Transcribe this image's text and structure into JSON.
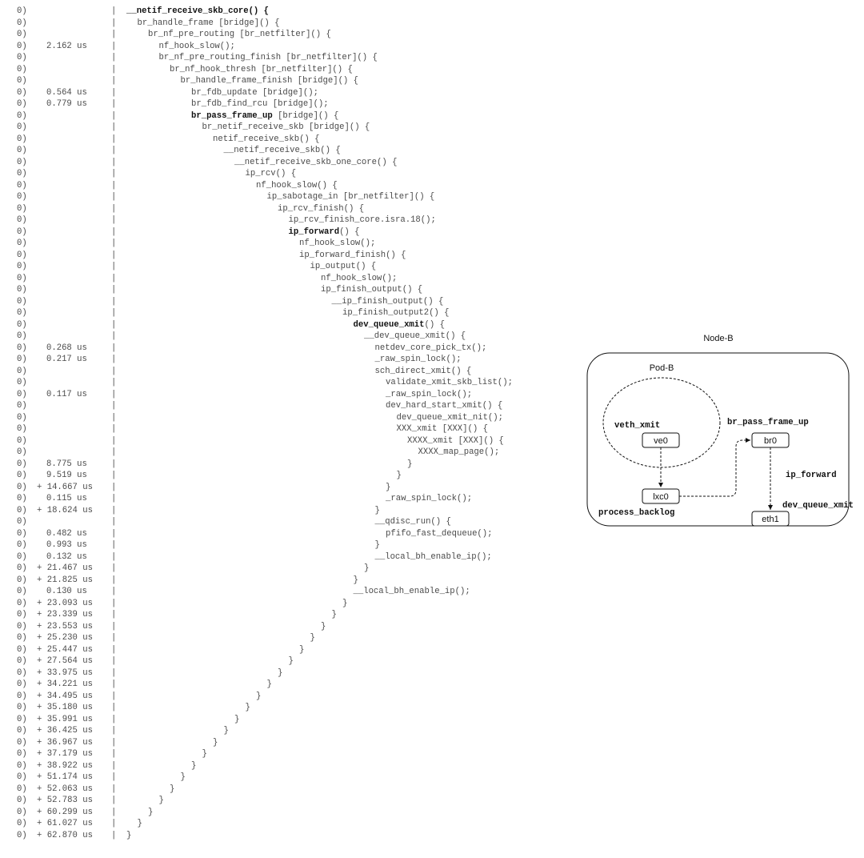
{
  "trace": [
    {
      "cpu": "0)",
      "dur": "",
      "code": "__netif_receive_skb_core() {",
      "bold": true
    },
    {
      "cpu": "0)",
      "dur": "",
      "code": "  br_handle_frame [bridge]() {"
    },
    {
      "cpu": "0)",
      "dur": "",
      "code": "    br_nf_pre_routing [br_netfilter]() {"
    },
    {
      "cpu": "0)",
      "dur": "2.162 us",
      "code": "      nf_hook_slow();"
    },
    {
      "cpu": "0)",
      "dur": "",
      "code": "      br_nf_pre_routing_finish [br_netfilter]() {"
    },
    {
      "cpu": "0)",
      "dur": "",
      "code": "        br_nf_hook_thresh [br_netfilter]() {"
    },
    {
      "cpu": "0)",
      "dur": "",
      "code": "          br_handle_frame_finish [bridge]() {"
    },
    {
      "cpu": "0)",
      "dur": "0.564 us",
      "code": "            br_fdb_update [bridge]();"
    },
    {
      "cpu": "0)",
      "dur": "0.779 us",
      "code": "            br_fdb_find_rcu [bridge]();"
    },
    {
      "cpu": "0)",
      "dur": "",
      "code": "            br_pass_frame_up [bridge]() {",
      "bold_part": "br_pass_frame_up"
    },
    {
      "cpu": "0)",
      "dur": "",
      "code": "              br_netif_receive_skb [bridge]() {"
    },
    {
      "cpu": "0)",
      "dur": "",
      "code": "                netif_receive_skb() {"
    },
    {
      "cpu": "0)",
      "dur": "",
      "code": "                  __netif_receive_skb() {"
    },
    {
      "cpu": "0)",
      "dur": "",
      "code": "                    __netif_receive_skb_one_core() {"
    },
    {
      "cpu": "0)",
      "dur": "",
      "code": "                      ip_rcv() {"
    },
    {
      "cpu": "0)",
      "dur": "",
      "code": "                        nf_hook_slow() {"
    },
    {
      "cpu": "0)",
      "dur": "",
      "code": "                          ip_sabotage_in [br_netfilter]() {"
    },
    {
      "cpu": "0)",
      "dur": "",
      "code": "                            ip_rcv_finish() {"
    },
    {
      "cpu": "0)",
      "dur": "",
      "code": "                              ip_rcv_finish_core.isra.18();"
    },
    {
      "cpu": "0)",
      "dur": "",
      "code": "                              ip_forward() {",
      "bold_part": "ip_forward"
    },
    {
      "cpu": "0)",
      "dur": "",
      "code": "                                nf_hook_slow();"
    },
    {
      "cpu": "0)",
      "dur": "",
      "code": "                                ip_forward_finish() {"
    },
    {
      "cpu": "0)",
      "dur": "",
      "code": "                                  ip_output() {"
    },
    {
      "cpu": "0)",
      "dur": "",
      "code": "                                    nf_hook_slow();"
    },
    {
      "cpu": "0)",
      "dur": "",
      "code": "                                    ip_finish_output() {"
    },
    {
      "cpu": "0)",
      "dur": "",
      "code": "                                      __ip_finish_output() {"
    },
    {
      "cpu": "0)",
      "dur": "",
      "code": "                                        ip_finish_output2() {"
    },
    {
      "cpu": "0)",
      "dur": "",
      "code": "                                          dev_queue_xmit() {",
      "bold_part": "dev_queue_xmit"
    },
    {
      "cpu": "0)",
      "dur": "",
      "code": "                                            __dev_queue_xmit() {"
    },
    {
      "cpu": "0)",
      "dur": "0.268 us",
      "code": "                                              netdev_core_pick_tx();"
    },
    {
      "cpu": "0)",
      "dur": "0.217 us",
      "code": "                                              _raw_spin_lock();"
    },
    {
      "cpu": "0)",
      "dur": "",
      "code": "                                              sch_direct_xmit() {"
    },
    {
      "cpu": "0)",
      "dur": "",
      "code": "                                                validate_xmit_skb_list();"
    },
    {
      "cpu": "0)",
      "dur": "0.117 us",
      "code": "                                                _raw_spin_lock();"
    },
    {
      "cpu": "0)",
      "dur": "",
      "code": "                                                dev_hard_start_xmit() {"
    },
    {
      "cpu": "0)",
      "dur": "",
      "code": "                                                  dev_queue_xmit_nit();"
    },
    {
      "cpu": "0)",
      "dur": "",
      "code": "                                                  XXX_xmit [XXX]() {"
    },
    {
      "cpu": "0)",
      "dur": "",
      "code": "                                                    XXXX_xmit [XXX]() {"
    },
    {
      "cpu": "0)",
      "dur": "",
      "code": "                                                      XXXX_map_page();"
    },
    {
      "cpu": "0)",
      "dur": "8.775 us",
      "code": "                                                    }"
    },
    {
      "cpu": "0)",
      "dur": "9.519 us",
      "code": "                                                  }"
    },
    {
      "cpu": "0)",
      "dur": "+ 14.667 us",
      "code": "                                                }"
    },
    {
      "cpu": "0)",
      "dur": "0.115 us",
      "code": "                                                _raw_spin_lock();"
    },
    {
      "cpu": "0)",
      "dur": "+ 18.624 us",
      "code": "                                              }"
    },
    {
      "cpu": "0)",
      "dur": "",
      "code": "                                              __qdisc_run() {"
    },
    {
      "cpu": "0)",
      "dur": "0.482 us",
      "code": "                                                pfifo_fast_dequeue();"
    },
    {
      "cpu": "0)",
      "dur": "0.993 us",
      "code": "                                              }"
    },
    {
      "cpu": "0)",
      "dur": "0.132 us",
      "code": "                                              __local_bh_enable_ip();"
    },
    {
      "cpu": "0)",
      "dur": "+ 21.467 us",
      "code": "                                            }"
    },
    {
      "cpu": "0)",
      "dur": "+ 21.825 us",
      "code": "                                          }"
    },
    {
      "cpu": "0)",
      "dur": "0.130 us",
      "code": "                                          __local_bh_enable_ip();"
    },
    {
      "cpu": "0)",
      "dur": "+ 23.093 us",
      "code": "                                        }"
    },
    {
      "cpu": "0)",
      "dur": "+ 23.339 us",
      "code": "                                      }"
    },
    {
      "cpu": "0)",
      "dur": "+ 23.553 us",
      "code": "                                    }"
    },
    {
      "cpu": "0)",
      "dur": "+ 25.230 us",
      "code": "                                  }"
    },
    {
      "cpu": "0)",
      "dur": "+ 25.447 us",
      "code": "                                }"
    },
    {
      "cpu": "0)",
      "dur": "+ 27.564 us",
      "code": "                              }"
    },
    {
      "cpu": "0)",
      "dur": "+ 33.975 us",
      "code": "                            }"
    },
    {
      "cpu": "0)",
      "dur": "+ 34.221 us",
      "code": "                          }"
    },
    {
      "cpu": "0)",
      "dur": "+ 34.495 us",
      "code": "                        }"
    },
    {
      "cpu": "0)",
      "dur": "+ 35.180 us",
      "code": "                      }"
    },
    {
      "cpu": "0)",
      "dur": "+ 35.991 us",
      "code": "                    }"
    },
    {
      "cpu": "0)",
      "dur": "+ 36.425 us",
      "code": "                  }"
    },
    {
      "cpu": "0)",
      "dur": "+ 36.967 us",
      "code": "                }"
    },
    {
      "cpu": "0)",
      "dur": "+ 37.179 us",
      "code": "              }"
    },
    {
      "cpu": "0)",
      "dur": "+ 38.922 us",
      "code": "            }"
    },
    {
      "cpu": "0)",
      "dur": "+ 51.174 us",
      "code": "          }"
    },
    {
      "cpu": "0)",
      "dur": "+ 52.063 us",
      "code": "        }"
    },
    {
      "cpu": "0)",
      "dur": "+ 52.783 us",
      "code": "      }"
    },
    {
      "cpu": "0)",
      "dur": "+ 60.299 us",
      "code": "    }"
    },
    {
      "cpu": "0)",
      "dur": "+ 61.027 us",
      "code": "  }"
    },
    {
      "cpu": "0)",
      "dur": "+ 62.870 us",
      "code": "}"
    }
  ],
  "bar_char": "|",
  "diagram": {
    "node_label": "Node-B",
    "pod_label": "Pod-B",
    "boxes": {
      "ve0": "ve0",
      "lxc0": "lxc0",
      "br0": "br0",
      "eth1": "eth1"
    },
    "labels": {
      "veth_xmit": "veth_xmit",
      "process_backlog": "process_backlog",
      "br_pass_frame_up": "br_pass_frame_up",
      "ip_forward": "ip_forward",
      "dev_queue_xmit": "dev_queue_xmit"
    }
  }
}
